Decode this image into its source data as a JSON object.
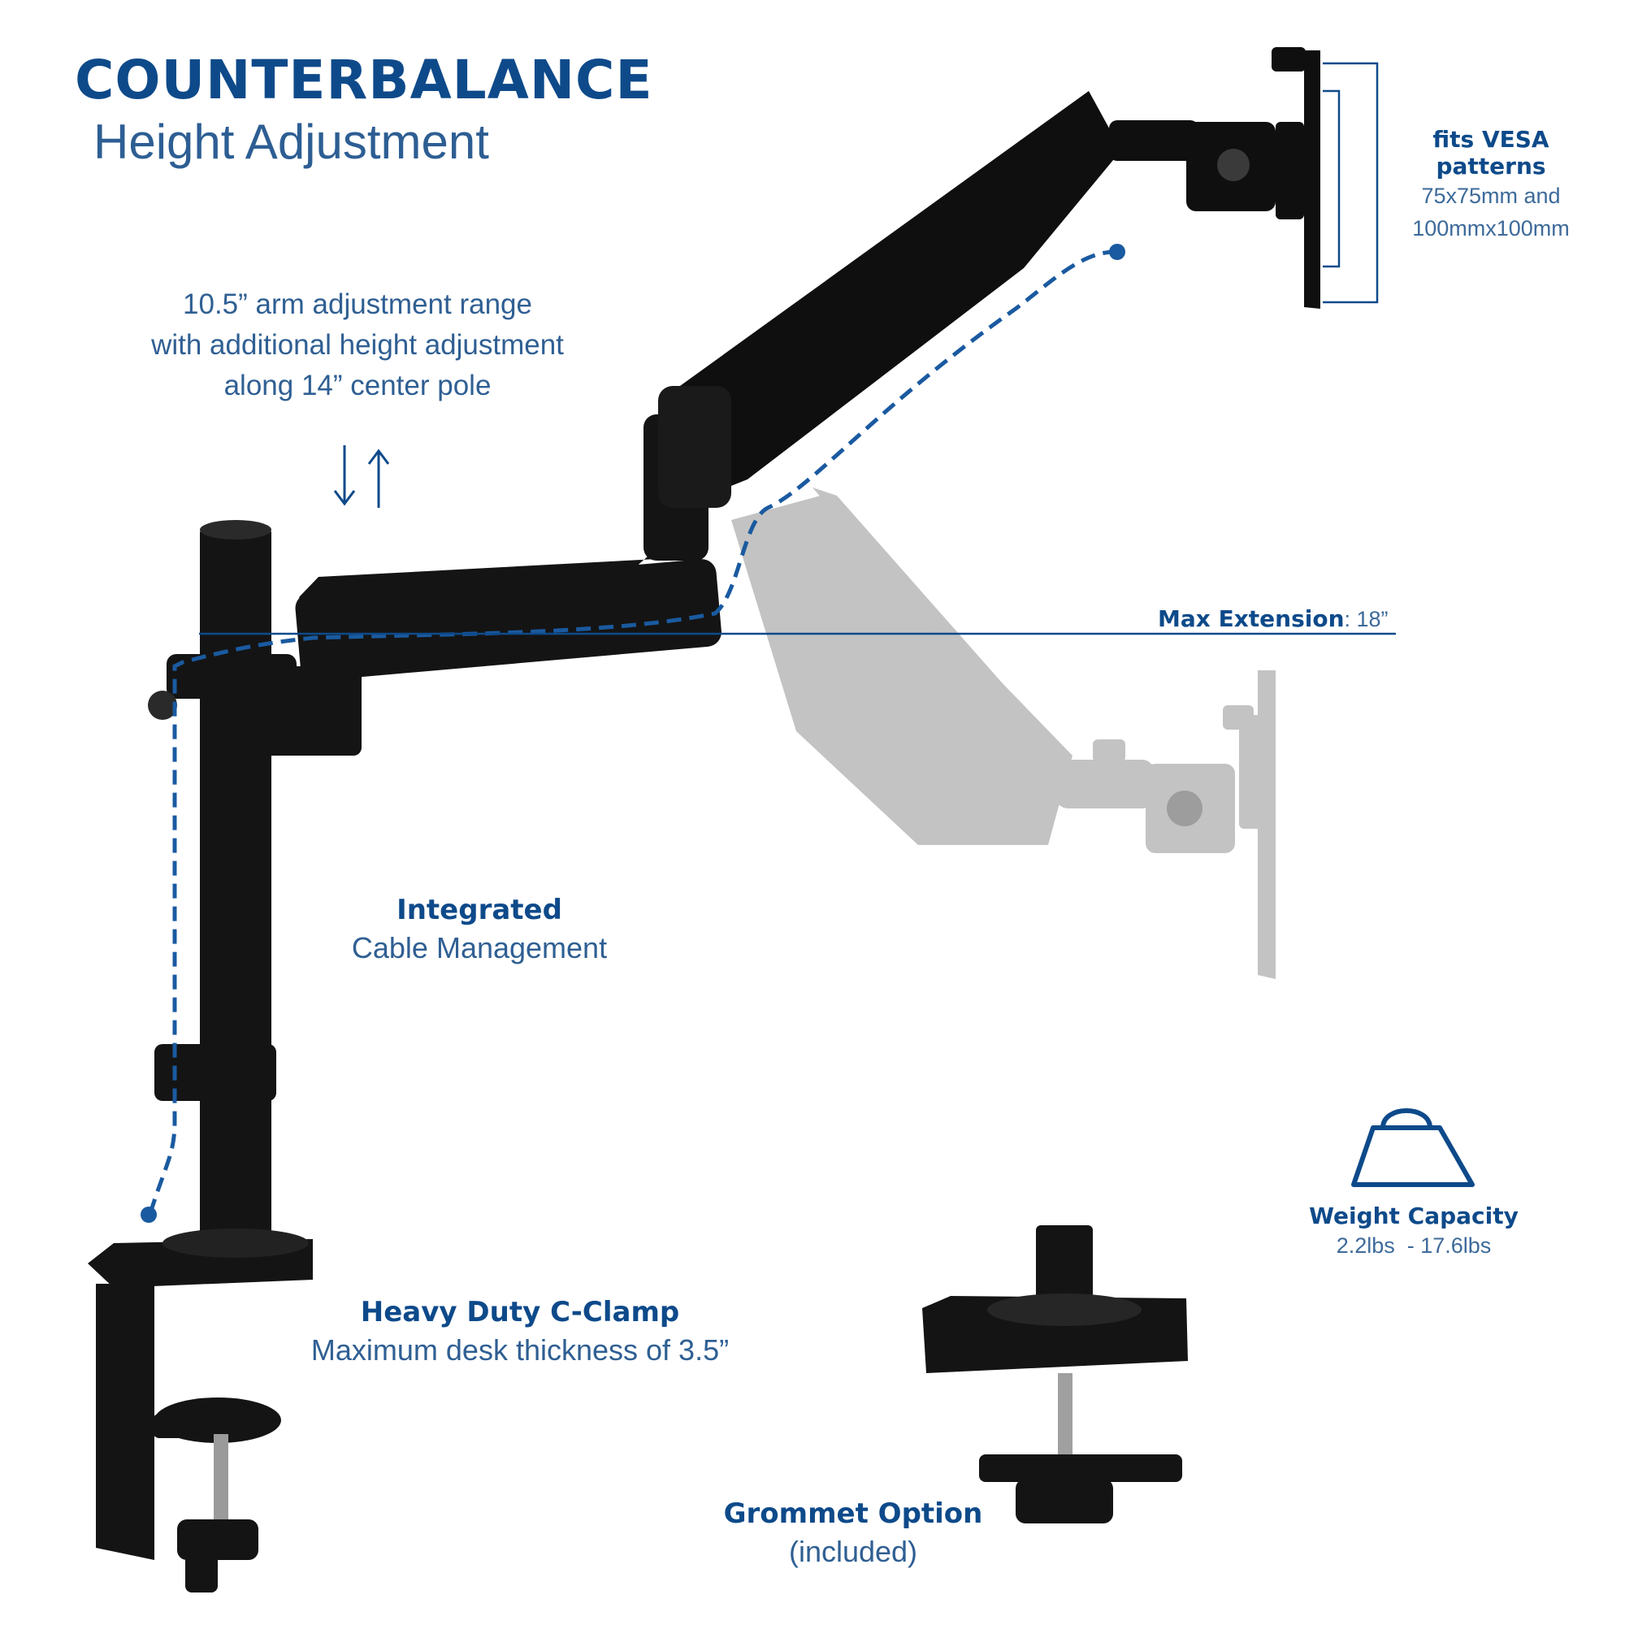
{
  "heading": {
    "title": "COUNTERBALANCE",
    "subtitle": "Height Adjustment"
  },
  "arm_range": {
    "lines": [
      "10.5” arm adjustment range",
      "with additional height adjustment",
      "along 14” center pole"
    ]
  },
  "vesa": {
    "label": "fits VESA patterns",
    "line1": "75x75mm and",
    "line2": "100mmx100mm"
  },
  "extension": {
    "label": "Max Extension",
    "value": ": 18”"
  },
  "cable": {
    "label": "Integrated",
    "sub": "Cable Management"
  },
  "weight": {
    "label": "Weight Capacity",
    "value": "2.2lbs  - 17.6lbs"
  },
  "clamp": {
    "label": "Heavy Duty C-Clamp",
    "sub": "Maximum desk thickness of 3.5”"
  },
  "grommet": {
    "label": "Grommet Option",
    "sub": "(included)"
  },
  "colors": {
    "accent": "#0e4a8a",
    "text_light": "#2f5f93",
    "dash": "#1a5aa0",
    "mount": "#111111",
    "ghost": "#b8b8b8"
  },
  "icons": [
    "arrows-up-down-icon",
    "weight-icon"
  ]
}
